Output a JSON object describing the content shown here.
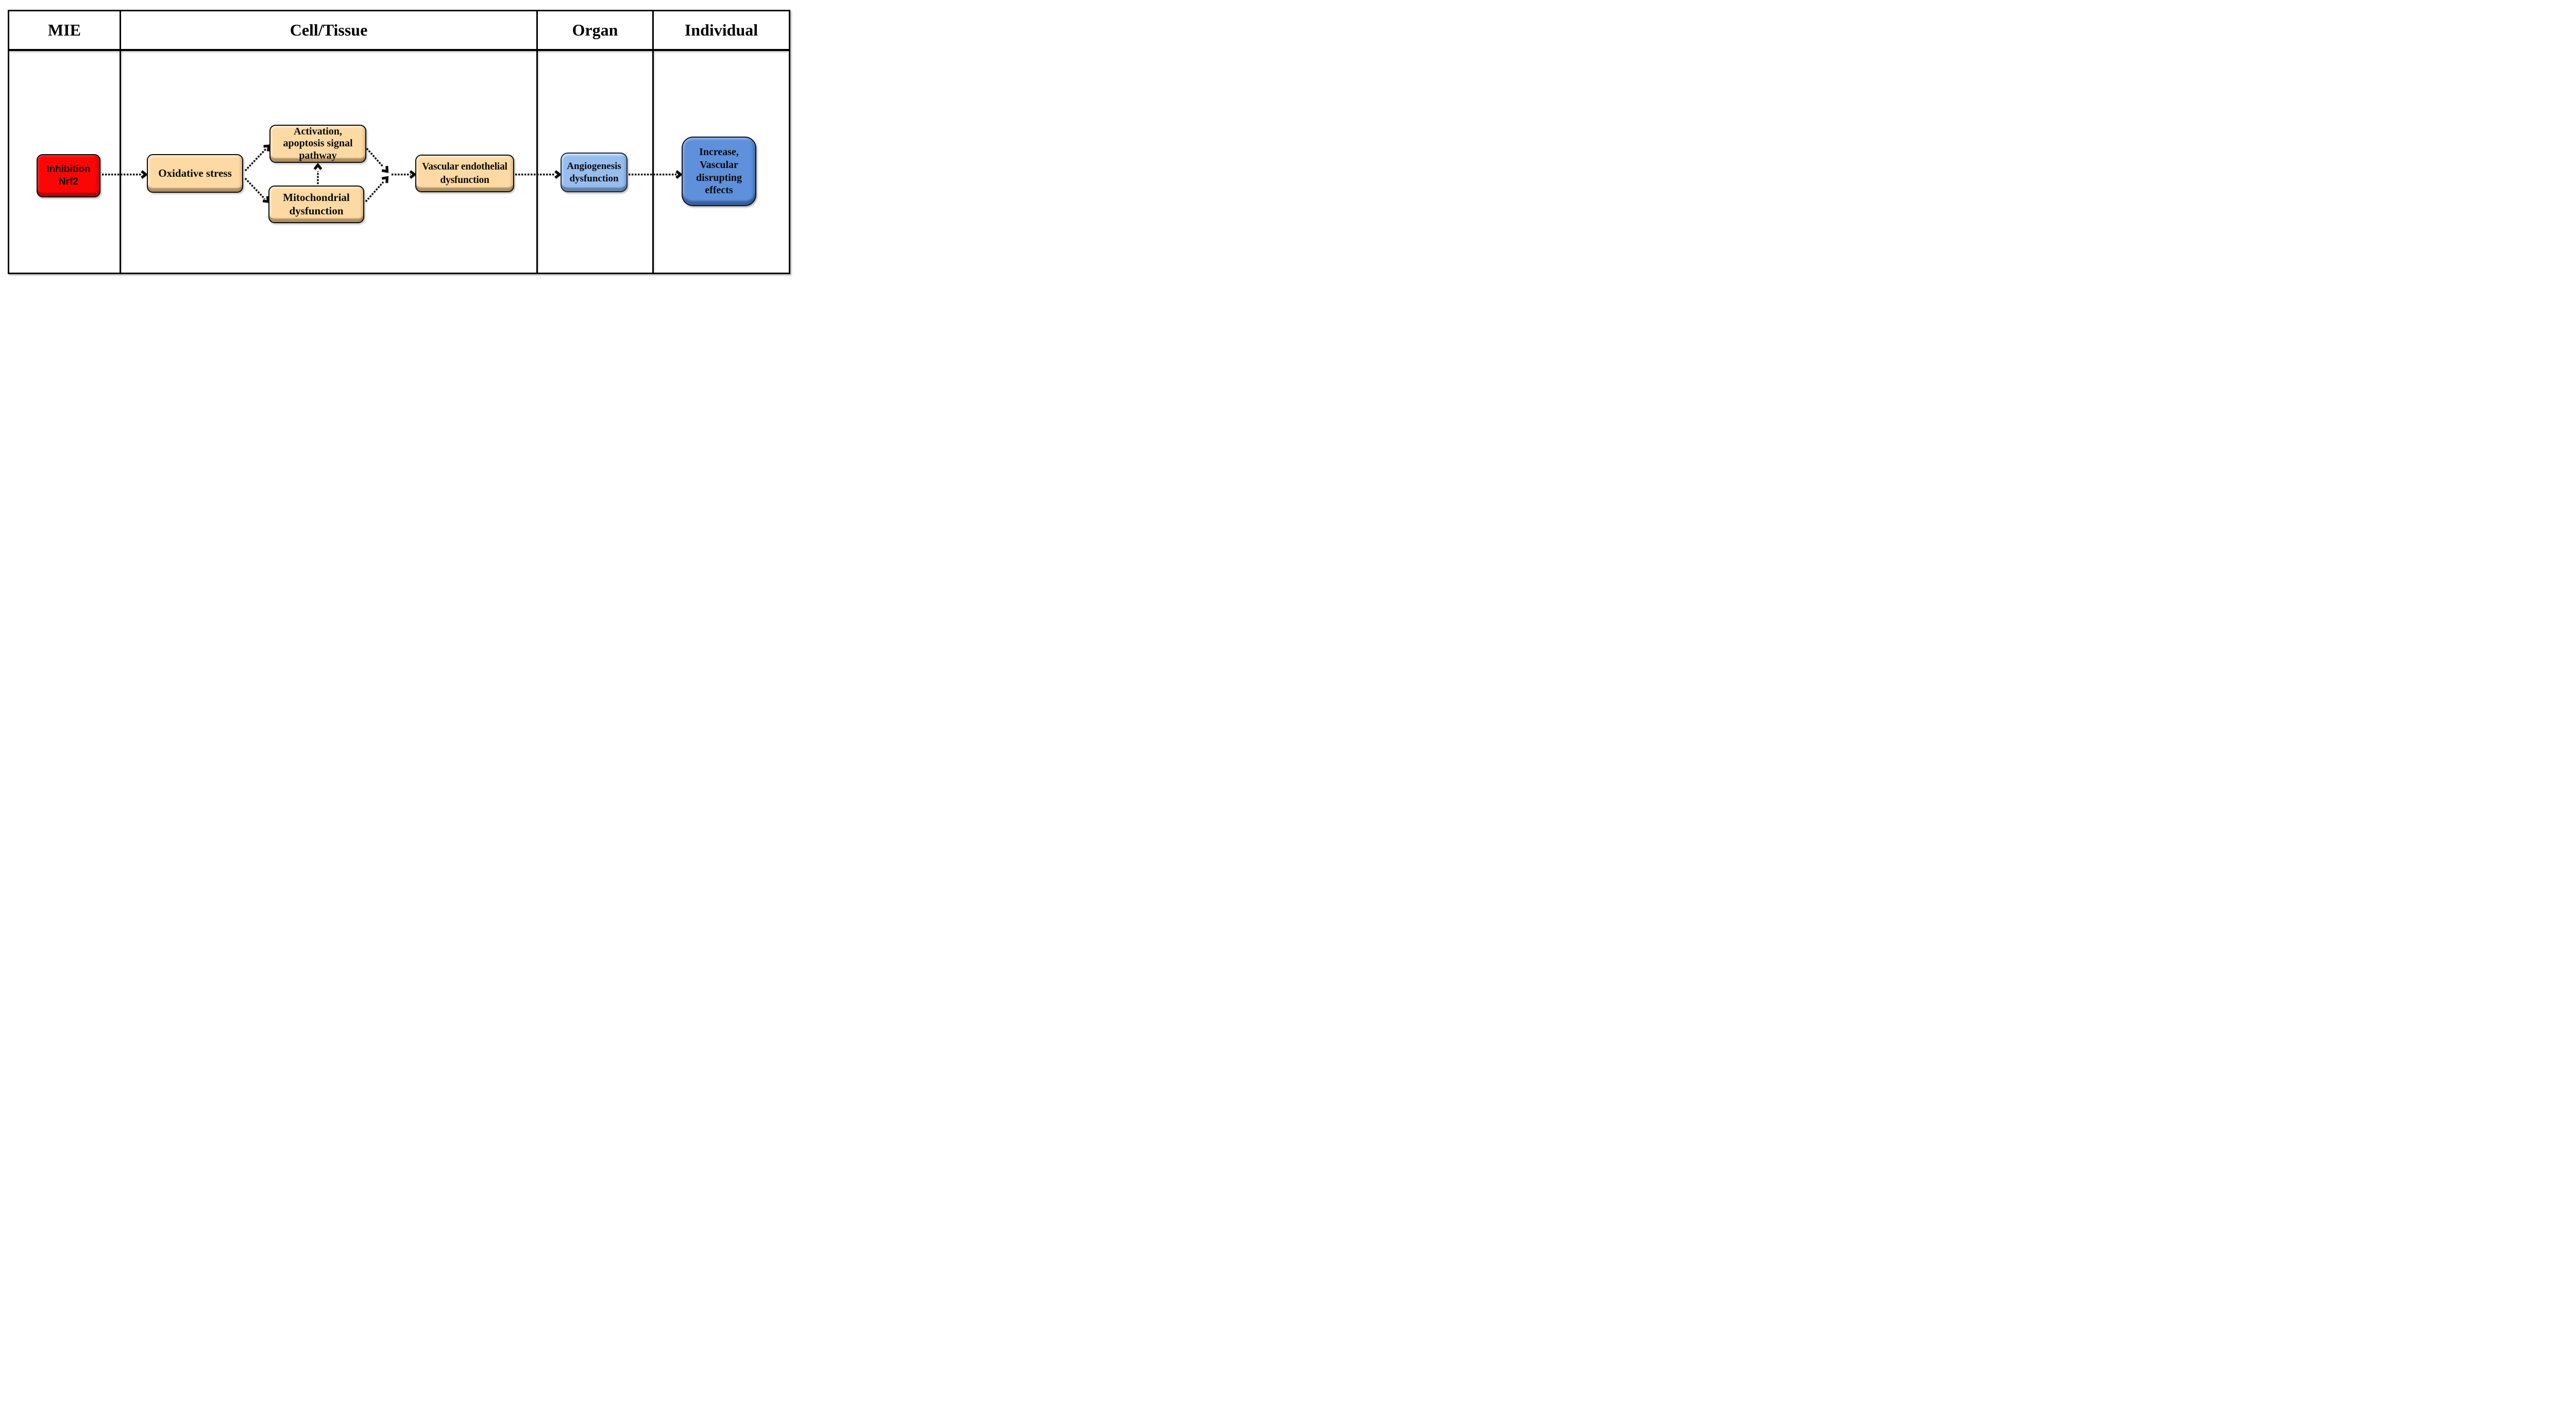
{
  "diagram": {
    "type": "adverse-outcome-pathway-flow",
    "columns": [
      {
        "id": "mie",
        "label": "MIE"
      },
      {
        "id": "cell-tissue",
        "label": "Cell/Tissue"
      },
      {
        "id": "organ",
        "label": "Organ"
      },
      {
        "id": "individual",
        "label": "Individual"
      }
    ],
    "nodes": [
      {
        "id": "inhibition-nrf2",
        "column": "MIE",
        "label": "Inhibition\nNrf2",
        "fill": "#fb0606",
        "border": "#0b0b0b",
        "text_color": "#0a0a0a"
      },
      {
        "id": "oxidative-stress",
        "column": "Cell/Tissue",
        "label": "Oxidative stress",
        "fill": "#fdd9a3",
        "border": "#0b0b0b",
        "text_color": "#0a0a0a"
      },
      {
        "id": "activation-apoptosis-signal-pathway",
        "column": "Cell/Tissue",
        "label": "Activation,\napoptosis signal\npathway",
        "fill": "#fdd9a3",
        "border": "#0b0b0b",
        "text_color": "#0a0a0a"
      },
      {
        "id": "mitochondrial-dysfunction",
        "column": "Cell/Tissue",
        "label": "Mitochondrial\ndysfunction",
        "fill": "#fdd9a3",
        "border": "#0b0b0b",
        "text_color": "#0a0a0a"
      },
      {
        "id": "vascular-endothelial-dysfunction",
        "column": "Cell/Tissue",
        "label": "Vascular endothelial\ndysfunction",
        "fill": "#fdd9a3",
        "border": "#0b0b0b",
        "text_color": "#0a0a0a"
      },
      {
        "id": "angiogenesis-dysfunction",
        "column": "Organ",
        "label": "Angiogenesis\ndysfunction",
        "fill": "#96bdee",
        "border": "#1c2a3d",
        "text_color": "#0a0a0a"
      },
      {
        "id": "increase-vascular-disrupting-effects",
        "column": "Individual",
        "label": "Increase,\nVascular\ndisrupting\neffects",
        "fill": "#5e90db",
        "border": "#0c1422",
        "text_color": "#0a0a0a"
      }
    ],
    "edges": [
      {
        "from": "inhibition-nrf2",
        "to": "oxidative-stress",
        "style": "dotted-arrow"
      },
      {
        "from": "oxidative-stress",
        "to": "activation-apoptosis-signal-pathway",
        "style": "dotted-arrow"
      },
      {
        "from": "oxidative-stress",
        "to": "mitochondrial-dysfunction",
        "style": "dotted-arrow"
      },
      {
        "from": "mitochondrial-dysfunction",
        "to": "activation-apoptosis-signal-pathway",
        "style": "dotted-arrow"
      },
      {
        "from": "activation-apoptosis-signal-pathway",
        "to": "vascular-endothelial-dysfunction",
        "style": "dotted-arrow"
      },
      {
        "from": "mitochondrial-dysfunction",
        "to": "vascular-endothelial-dysfunction",
        "style": "dotted-arrow"
      },
      {
        "from": "vascular-endothelial-dysfunction",
        "to": "angiogenesis-dysfunction",
        "style": "dotted-arrow"
      },
      {
        "from": "angiogenesis-dysfunction",
        "to": "increase-vascular-disrupting-effects",
        "style": "dotted-arrow"
      }
    ],
    "colors": {
      "background": "#ffffff",
      "table_border": "#000000",
      "arrow": "#0a0a0a",
      "mie_node_fill": "#fb0606",
      "cell_tissue_node_fill": "#fdd9a3",
      "organ_node_fill": "#96bdee",
      "individual_node_fill": "#5e90db"
    }
  }
}
